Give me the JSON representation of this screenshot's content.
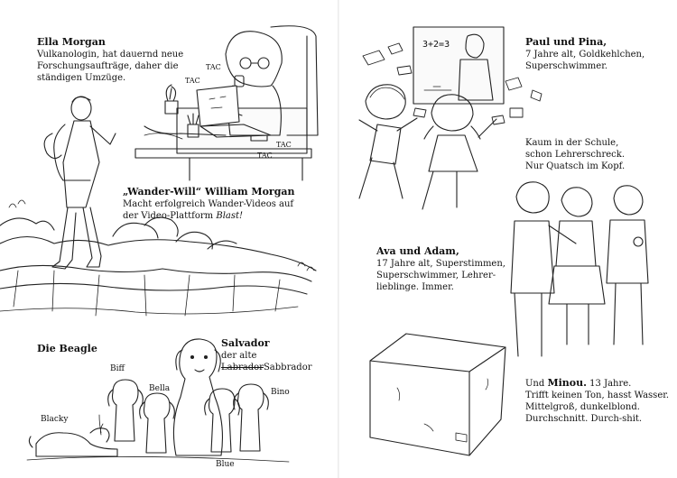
{
  "left": {
    "ella": {
      "name": "Ella Morgan",
      "line1": "Vulkanologin, hat dauernd neue",
      "line2": "Forschungsaufträge, daher die",
      "line3": "ständigen Umzüge."
    },
    "will": {
      "name": "„Wander-Will“ William Morgan",
      "line1": "Macht erfolgreich Wander-Videos auf",
      "line2_prefix": "der Video-Plattform ",
      "line2_italic": "Blast!"
    },
    "desk_tacs": [
      "TAC",
      "TAC",
      "TAC",
      "TAC"
    ],
    "beagles": {
      "title": "Die Beagle",
      "names": [
        "Biff",
        "Bella",
        "Blacky",
        "Blue",
        "Bino"
      ]
    },
    "salvador": {
      "name": "Salvador",
      "line1": "der alte",
      "struck": "Labrador",
      "suffix": "Sabbrador"
    }
  },
  "right": {
    "board": "3+2=3",
    "paul_pina": {
      "name": "Paul und Pina,",
      "line1": "7 Jahre alt, Goldkehlchen,",
      "line2": "Superschwimmer."
    },
    "school": {
      "line1": "Kaum in der Schule,",
      "line2": "schon Lehrerschreck.",
      "line3": "Nur Quatsch im Kopf."
    },
    "ava_adam": {
      "name": "Ava und Adam,",
      "line1": "17 Jahre alt, Superstimmen,",
      "line2": "Superschwimmer, Lehrer-",
      "line3": "lieblinge. Immer."
    },
    "minou": {
      "prefix": "Und ",
      "name": "Minou.",
      "after_name": " 13 Jahre.",
      "line1": "Trifft keinen Ton, hasst Wasser.",
      "line2": "Mittelgroß, dunkelblond.",
      "line3": "Durchschnitt. Durch-shit."
    }
  }
}
